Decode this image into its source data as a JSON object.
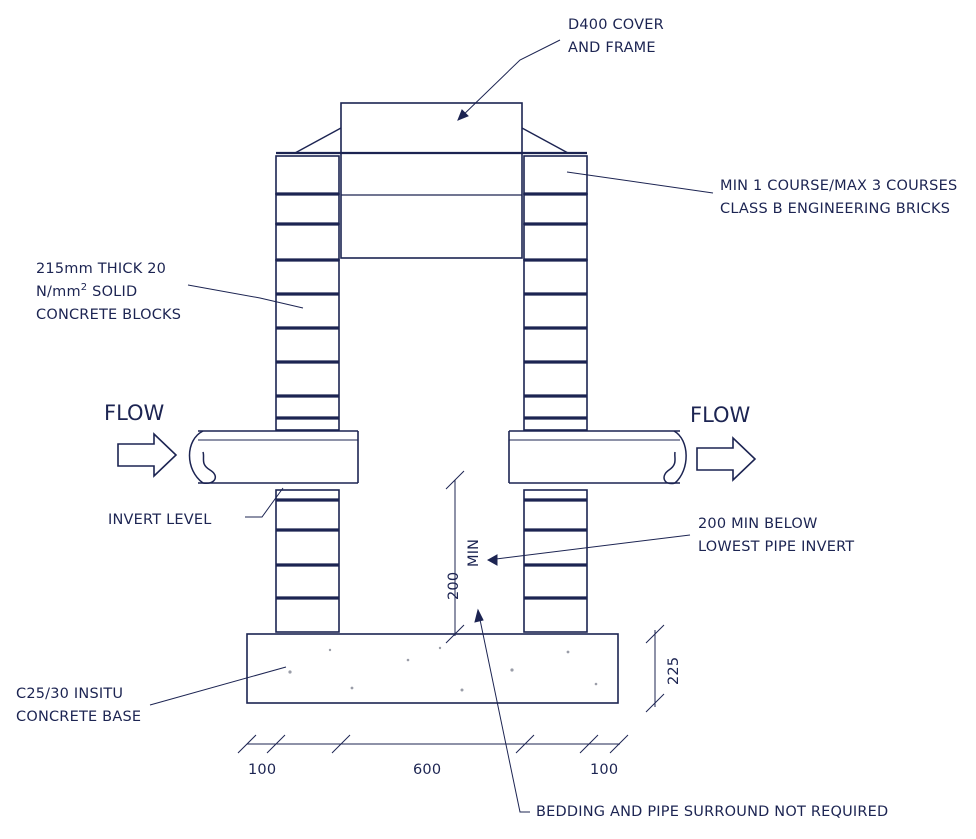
{
  "labels": {
    "cover_l1": "D400 COVER",
    "cover_l2": "AND FRAME",
    "brick_l1": "MIN 1 COURSE/MAX 3 COURSES",
    "brick_l2": "CLASS B ENGINEERING BRICKS",
    "block_l1": "215mm THICK 20",
    "block_l2_pre": "N/mm",
    "block_l2_sup": "2",
    "block_l2_post": " SOLID",
    "block_l3": "CONCRETE BLOCKS",
    "flow_left": "FLOW",
    "flow_right": "FLOW",
    "invert_level": "INVERT LEVEL",
    "below_l1": "200 MIN BELOW",
    "below_l2": "LOWEST PIPE INVERT",
    "base_l1": "C25/30 INSITU",
    "base_l2": "CONCRETE BASE",
    "bedding": "BEDDING AND PIPE SURROUND NOT REQUIRED"
  },
  "dimensions": {
    "sump_value": "200",
    "sump_unit": "MIN",
    "base_thickness": "225",
    "left_wall": "100",
    "chamber_width": "600",
    "right_wall": "100"
  },
  "colors": {
    "ink": "#1c2452",
    "hatch": "#9a9da8"
  }
}
